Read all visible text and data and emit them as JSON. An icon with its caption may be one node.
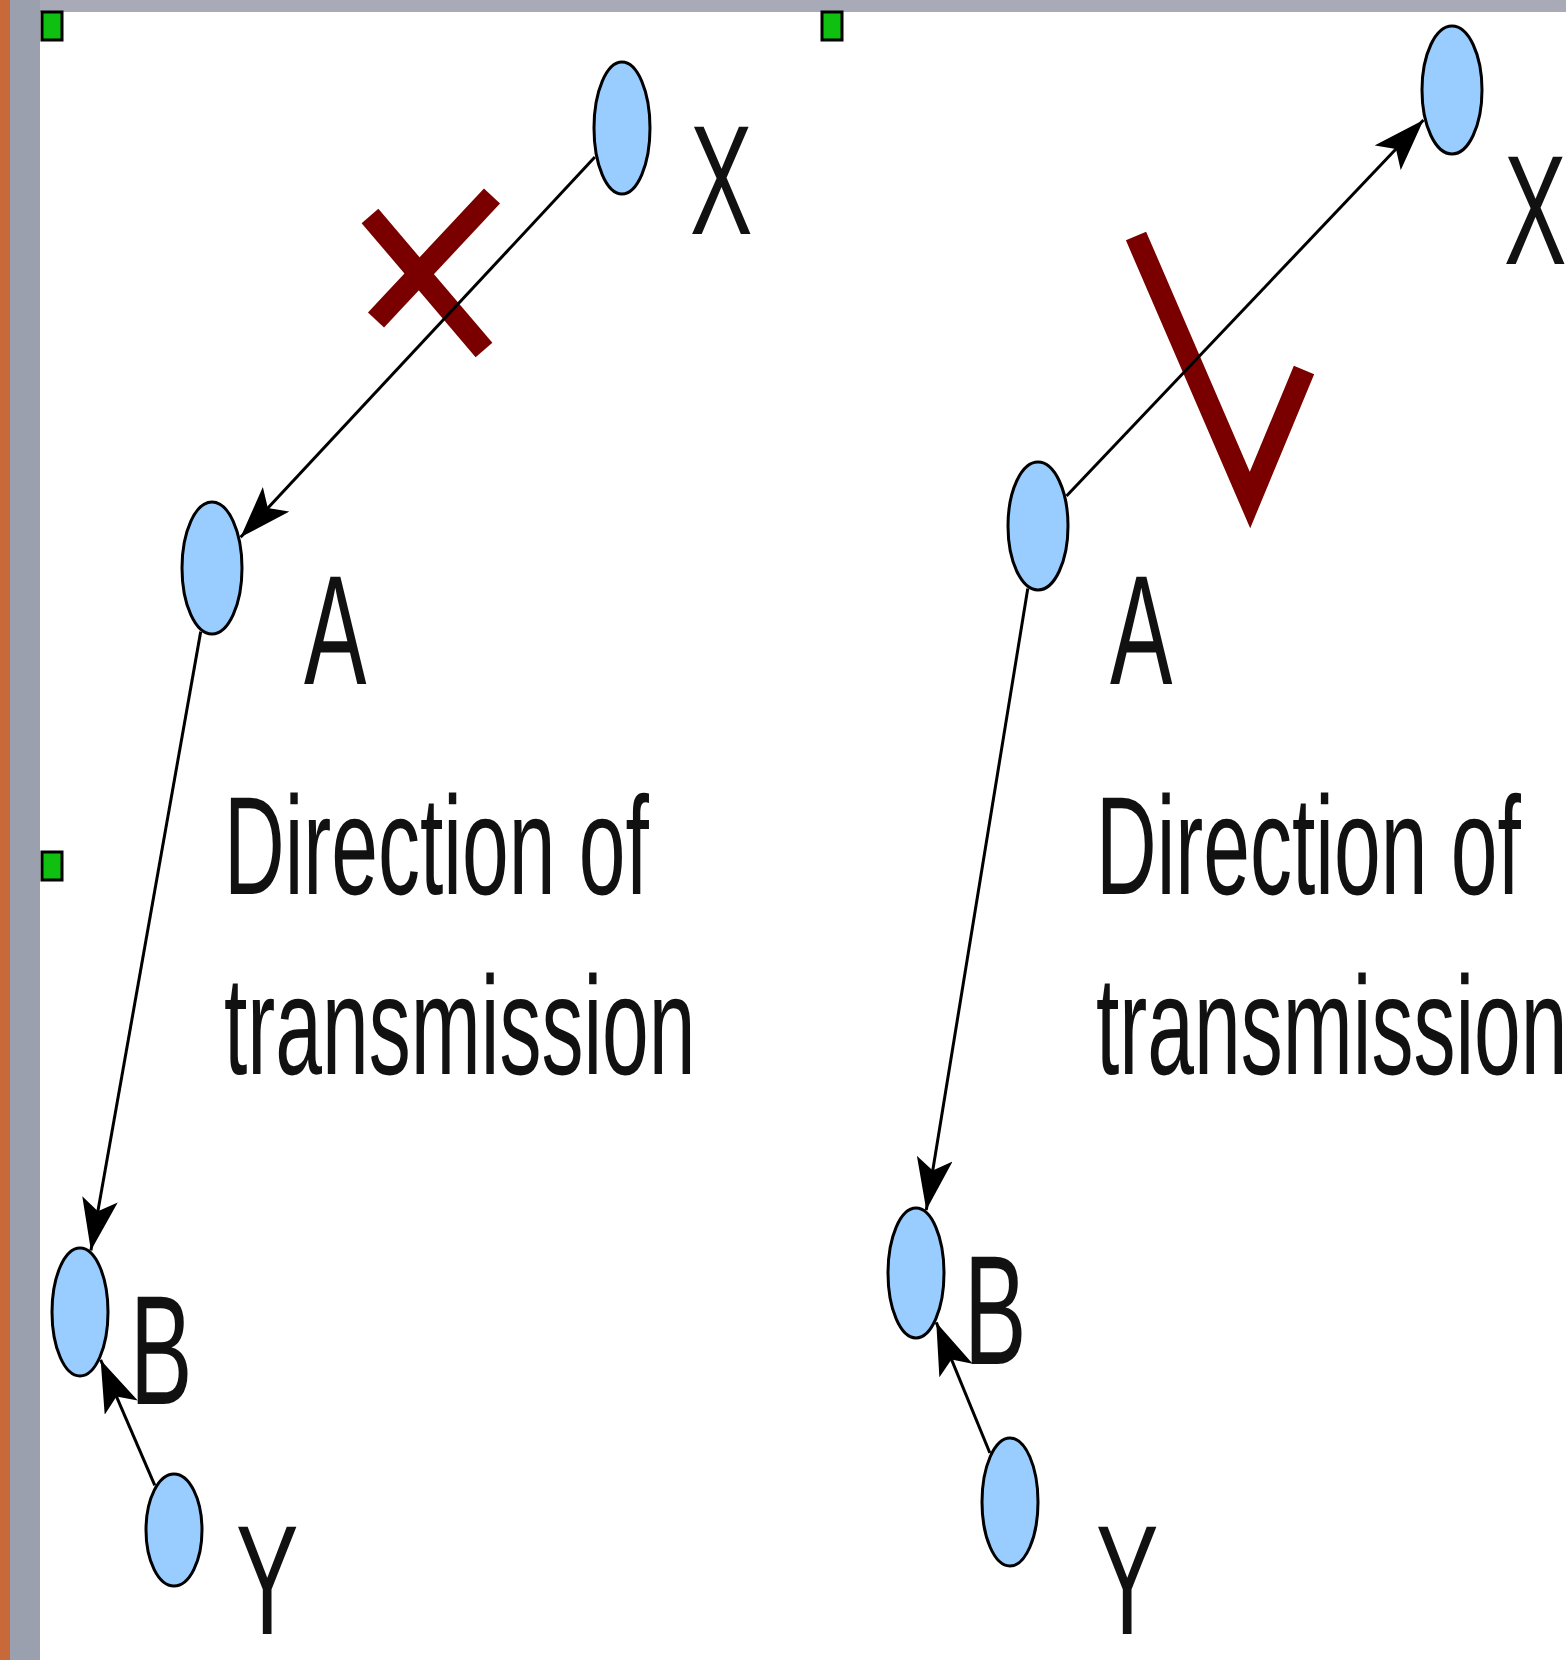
{
  "diagram": {
    "nodes": [
      {
        "text": [],
        "shape": "circle",
        "beside": [
          "X"
        ]
      },
      {
        "text": [],
        "shape": "circle",
        "beside": [
          "A"
        ]
      },
      {
        "text": [],
        "shape": "circle",
        "beside": [
          "B"
        ]
      },
      {
        "text": [],
        "shape": "circle",
        "beside": [
          "Y"
        ]
      },
      {
        "text": [],
        "shape": "circle",
        "beside": [
          "X"
        ]
      },
      {
        "text": [],
        "shape": "circle",
        "beside": [
          "A"
        ]
      },
      {
        "text": [],
        "shape": "circle",
        "beside": [
          "B"
        ]
      },
      {
        "text": [],
        "shape": "circle",
        "beside": [
          "Y"
        ]
      }
    ],
    "edges": [
      {
        "from": 0,
        "to": 1,
        "arrow": "to"
      },
      {
        "from": 1,
        "to": 2,
        "arrow": "to"
      },
      {
        "from": 3,
        "to": 2,
        "arrow": "to"
      },
      {
        "from": 5,
        "to": 4,
        "arrow": "to"
      },
      {
        "from": 5,
        "to": 6,
        "arrow": "to"
      },
      {
        "from": 7,
        "to": 6,
        "arrow": "to"
      }
    ],
    "labels": [
      "Direction of transmission",
      "Direction of transmission"
    ]
  }
}
